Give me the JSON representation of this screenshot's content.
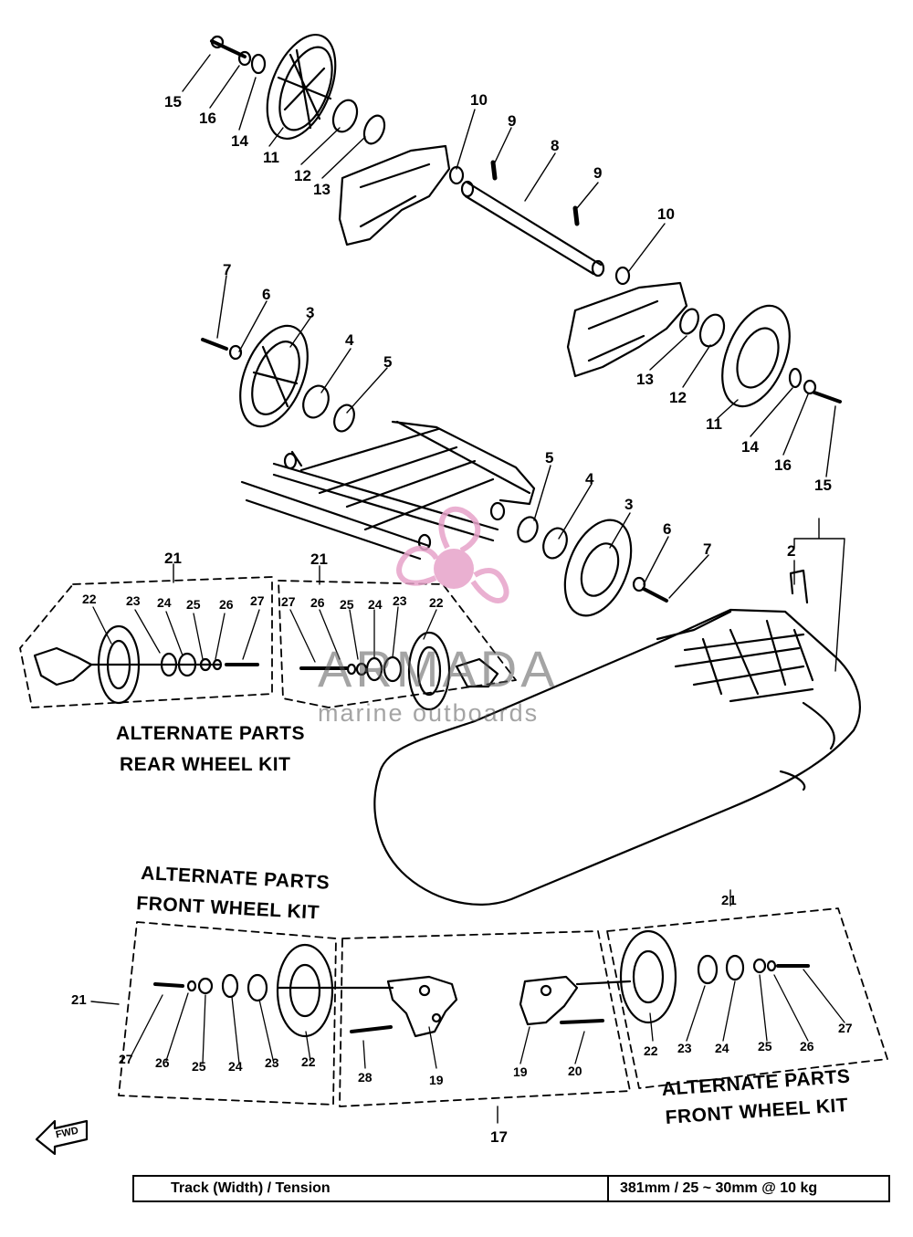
{
  "callouts": [
    "15",
    "16",
    "14",
    "11",
    "12",
    "13",
    "10",
    "9",
    "8",
    "9",
    "10",
    "7",
    "6",
    "3",
    "4",
    "5",
    "13",
    "12",
    "11",
    "14",
    "16",
    "15",
    "5",
    "4",
    "3",
    "6",
    "7",
    "2",
    "21",
    "21",
    "22",
    "23",
    "24",
    "25",
    "26",
    "27",
    "27",
    "26",
    "25",
    "24",
    "23",
    "22",
    "21",
    "21",
    "27",
    "26",
    "25",
    "24",
    "23",
    "22",
    "28",
    "19",
    "19",
    "20",
    "21",
    "22",
    "23",
    "24",
    "25",
    "26",
    "27",
    "17"
  ],
  "captions": {
    "rear_kit_line1": "ALTERNATE PARTS",
    "rear_kit_line2": "REAR WHEEL KIT",
    "front_left_line1": "ALTERNATE PARTS",
    "front_left_line2": "FRONT WHEEL KIT",
    "front_right_line1": "ALTERNATE PARTS",
    "front_right_line2": "FRONT WHEEL KIT"
  },
  "direction_marker": "FWD",
  "watermark": {
    "brand": "ARMADA",
    "tagline": "marine outboards",
    "accent_color": "#e7a3c9"
  },
  "spec_table": {
    "label": "Track (Width) / Tension",
    "value": "381mm / 25 ~ 30mm @ 10 kg"
  }
}
